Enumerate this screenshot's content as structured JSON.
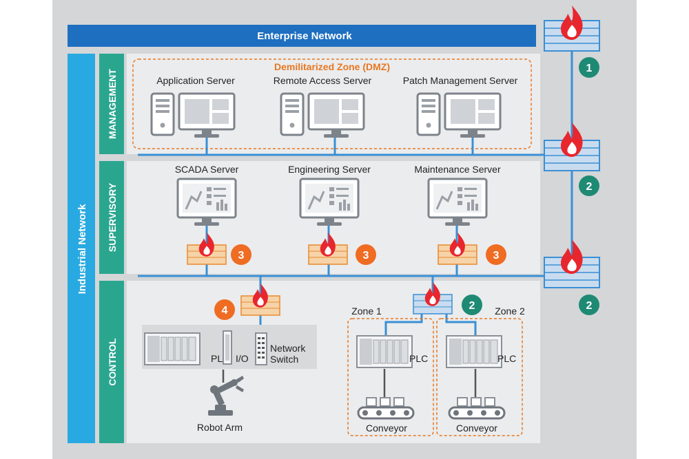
{
  "enterprise": {
    "title": "Enterprise Network"
  },
  "industrial": {
    "title": "Industrial Network"
  },
  "levels": {
    "management": "MANAGEMENT",
    "supervisory": "SUPERVISORY",
    "control": "CONTROL"
  },
  "dmz": {
    "title": "Demilitarized Zone (DMZ)"
  },
  "management_servers": [
    "Application Server",
    "Remote Access Server",
    "Patch Management Server"
  ],
  "supervisory_servers": [
    "SCADA Server",
    "Engineering Server",
    "Maintenance Server"
  ],
  "control": {
    "plc": "PLC",
    "io": "I/O",
    "switch_line1": "Network",
    "switch_line2": "Switch",
    "robot": "Robot Arm",
    "zone1": "Zone 1",
    "zone2": "Zone 2",
    "plc_zone1": "PLC",
    "plc_zone2": "PLC",
    "conveyor1": "Conveyor",
    "conveyor2": "Conveyor"
  },
  "badges": {
    "b1": "1",
    "b2_upper": "2",
    "b2_lower": "2",
    "b2_control": "2",
    "b3": "3",
    "b4": "4"
  },
  "colors": {
    "enterprise_blue": "#1e6fc0",
    "industrial_cyan": "#29a9e1",
    "level_teal": "#2aa68f",
    "badge_teal": "#1f8a74",
    "badge_orange": "#ef6c23",
    "dmz_orange": "#e87722",
    "network_line": "#3a8fd4"
  }
}
